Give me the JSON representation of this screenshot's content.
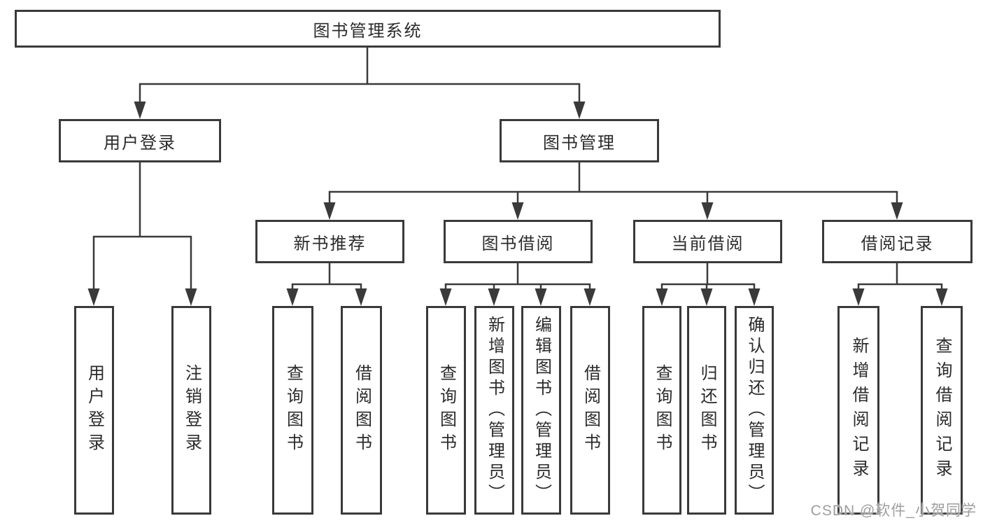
{
  "diagram": {
    "tree": {
      "root": {
        "label": "图书管理系统",
        "children": [
          {
            "label": "用户登录",
            "children": [
              {
                "label": "用户登录"
              },
              {
                "label": "注销登录"
              }
            ]
          },
          {
            "label": "图书管理",
            "children": [
              {
                "label": "新书推荐",
                "children": [
                  {
                    "label": "查询图书"
                  },
                  {
                    "label": "借阅图书"
                  }
                ]
              },
              {
                "label": "图书借阅",
                "children": [
                  {
                    "label": "查询图书"
                  },
                  {
                    "label": "新增图书（管理员）"
                  },
                  {
                    "label": "编辑图书（管理员）"
                  },
                  {
                    "label": "借阅图书"
                  }
                ]
              },
              {
                "label": "当前借阅",
                "children": [
                  {
                    "label": "查询图书"
                  },
                  {
                    "label": "归还图书"
                  },
                  {
                    "label": "确认归还（管理员）"
                  }
                ]
              },
              {
                "label": "借阅记录",
                "children": [
                  {
                    "label": "新增借阅记录"
                  },
                  {
                    "label": "查询借阅记录"
                  }
                ]
              }
            ]
          }
        ]
      }
    },
    "colors": {
      "line": "#3a3a3a",
      "text": "#2b2b2b",
      "box_fill": "#ffffff",
      "background": "#ffffff",
      "watermark": "#9e9e9e"
    }
  },
  "watermark": {
    "text": "CSDN @软件_小贺同学"
  }
}
